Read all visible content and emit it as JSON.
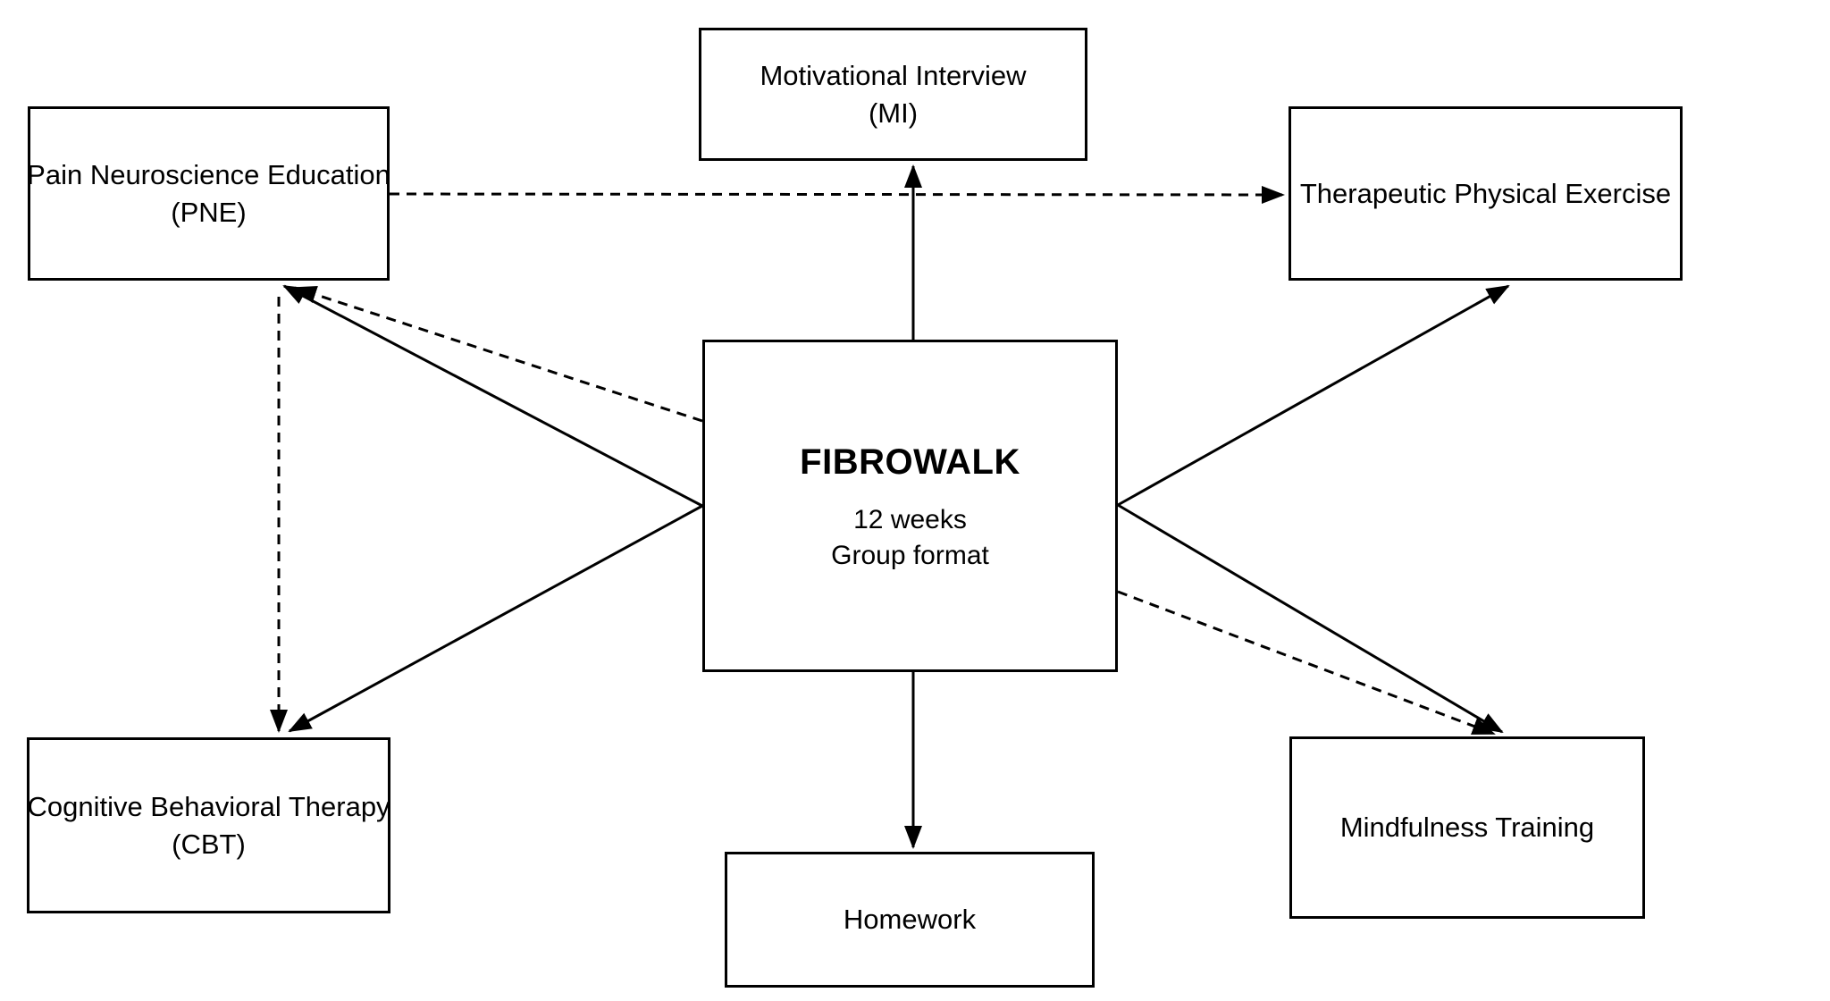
{
  "diagram": {
    "nodes": {
      "pne": {
        "line1": "Pain Neuroscience Education",
        "line2": "(PNE)"
      },
      "mi": {
        "line1": "Motivational Interview",
        "line2": "(MI)"
      },
      "tpe": {
        "line1": "Therapeutic Physical Exercise"
      },
      "fibrowalk": {
        "title": "FIBROWALK",
        "detail1": "12 weeks",
        "detail2": "Group format"
      },
      "cbt": {
        "line1": "Cognitive Behavioral Therapy",
        "line2": "(CBT)"
      },
      "mindfulness": {
        "line1": "Mindfulness Training"
      },
      "homework": {
        "line1": "Homework"
      }
    },
    "edges": [
      {
        "from": "FIBROWALK",
        "to": "Motivational Interview (MI)",
        "style": "solid"
      },
      {
        "from": "FIBROWALK",
        "to": "Homework",
        "style": "solid"
      },
      {
        "from": "FIBROWALK",
        "to": "Pain Neuroscience Education (PNE)",
        "style": "solid"
      },
      {
        "from": "FIBROWALK",
        "to": "Pain Neuroscience Education (PNE)",
        "style": "dashed"
      },
      {
        "from": "FIBROWALK",
        "to": "Cognitive Behavioral Therapy (CBT)",
        "style": "solid"
      },
      {
        "from": "FIBROWALK",
        "to": "Therapeutic Physical Exercise",
        "style": "solid"
      },
      {
        "from": "FIBROWALK",
        "to": "Mindfulness Training",
        "style": "solid"
      },
      {
        "from": "FIBROWALK",
        "to": "Mindfulness Training",
        "style": "dashed"
      },
      {
        "from": "Pain Neuroscience Education (PNE)",
        "to": "Therapeutic Physical Exercise",
        "style": "dashed"
      },
      {
        "from": "Pain Neuroscience Education (PNE)",
        "to": "Cognitive Behavioral Therapy (CBT)",
        "style": "dashed"
      }
    ],
    "colors": {
      "background": "#ffffff",
      "line": "#000000",
      "box_border": "#000000",
      "text": "#000000"
    }
  }
}
